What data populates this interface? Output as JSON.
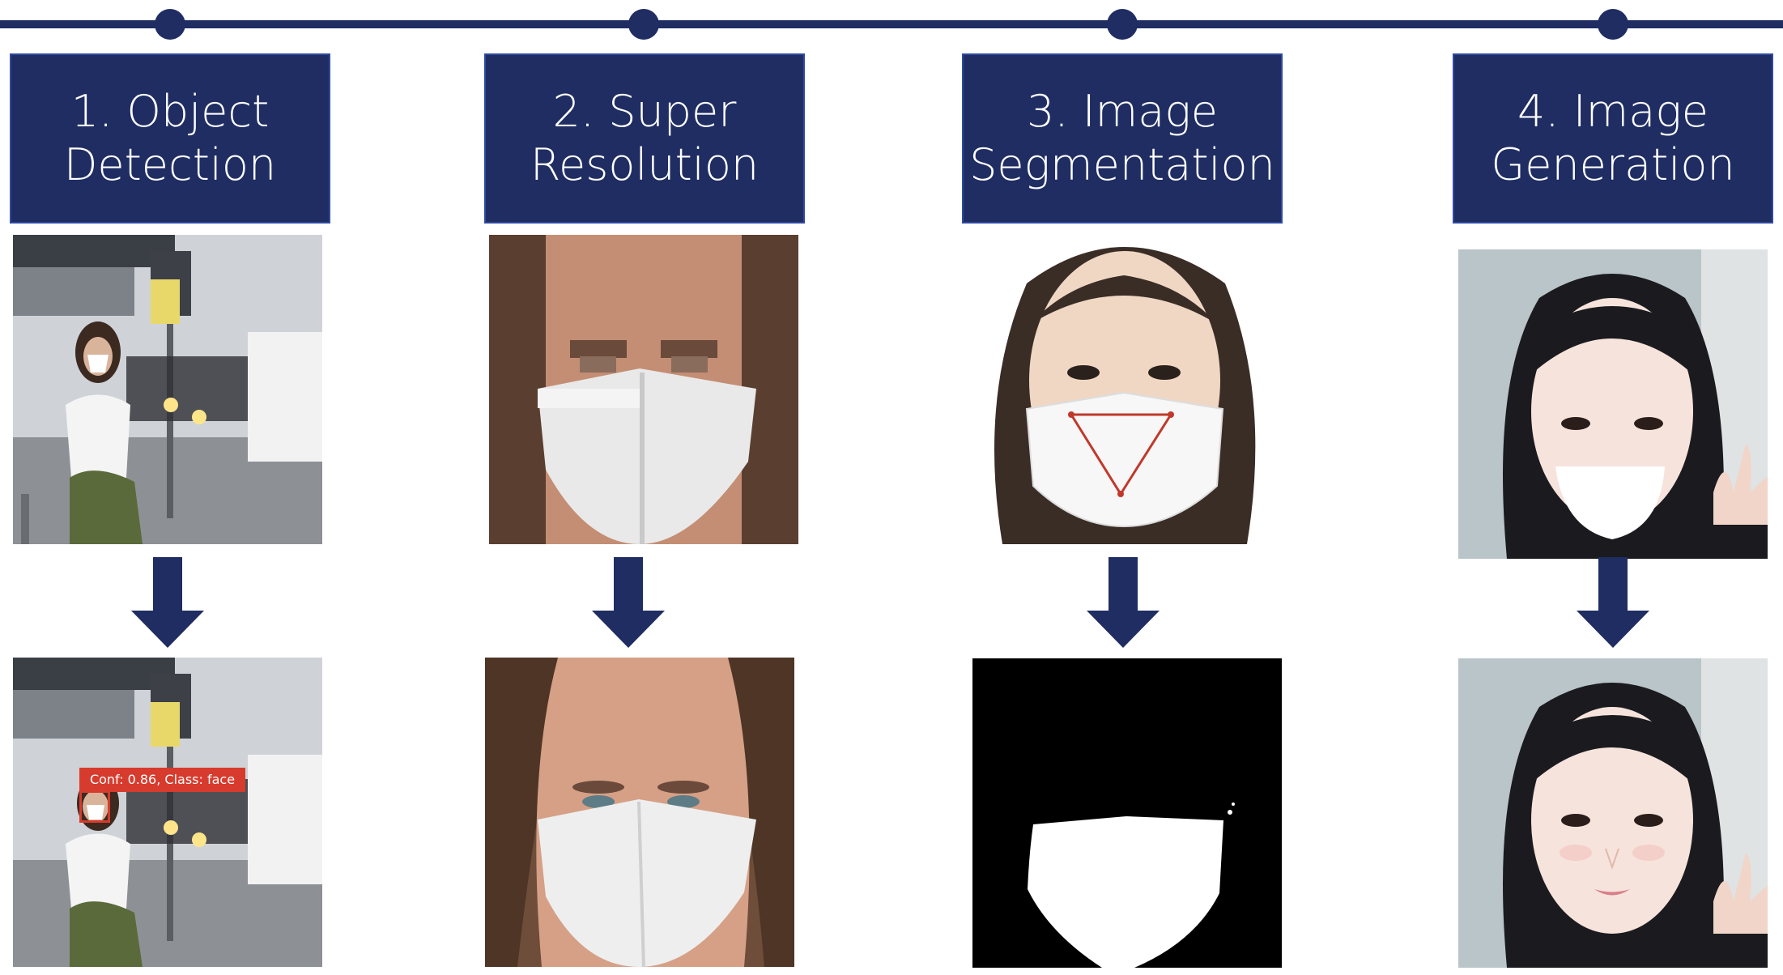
{
  "stages": [
    {
      "title": "1. Object\nDetection"
    },
    {
      "title": "2. Super\nResolution"
    },
    {
      "title": "3. Image\nSegmentation"
    },
    {
      "title": "4. Image\nGeneration"
    }
  ],
  "detection": {
    "label": "Conf: 0.86, Class: face"
  },
  "colors": {
    "navy": "#1f2d62",
    "box_border": "#2e4aa0",
    "detect_red": "#d73b2d",
    "triangle_red": "#c0392b"
  }
}
